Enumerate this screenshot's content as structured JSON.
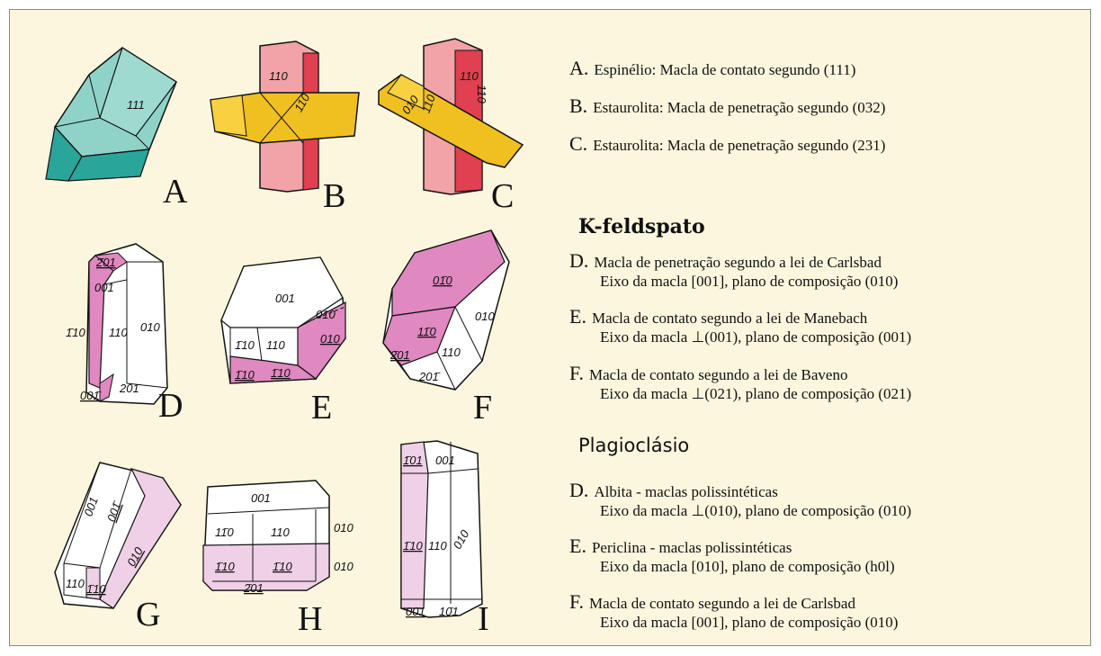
{
  "panels": [
    {
      "letter": "A",
      "faces": [
        "111"
      ]
    },
    {
      "letter": "B",
      "faces": [
        "110",
        "110"
      ]
    },
    {
      "letter": "C",
      "faces": [
        "110",
        "110",
        "010",
        "110"
      ]
    },
    {
      "letter": "D",
      "faces": [
        "2̄01",
        "001",
        "1̄10",
        "110",
        "010",
        "001̄",
        "201̄"
      ]
    },
    {
      "letter": "E",
      "faces": [
        "001",
        "010",
        "1̄10",
        "110",
        "010",
        "1̄10",
        "1̄10"
      ]
    },
    {
      "letter": "F",
      "faces": [
        "01̄0",
        "11̄0",
        "010",
        "2̄01",
        "110",
        "201̄"
      ]
    },
    {
      "letter": "G",
      "faces": [
        "001",
        "001̄",
        "010",
        "110",
        "1̄10"
      ]
    },
    {
      "letter": "H",
      "faces": [
        "001",
        "11̄0",
        "110",
        "010",
        "1̄10",
        "1̄10",
        "010",
        "2̄01"
      ]
    },
    {
      "letter": "I",
      "faces": [
        "1̄01",
        "001",
        "1̄10",
        "110",
        "010",
        "00̄1",
        "10̄1"
      ]
    }
  ],
  "legend": {
    "items_top": [
      {
        "letter": "A.",
        "text": "Espinélio: Macla de contato segundo (111)"
      },
      {
        "letter": "B.",
        "text": "Estaurolita: Macla de penetração segundo (032)"
      },
      {
        "letter": "C.",
        "text": "Estaurolita: Macla de penetração segundo (231)"
      }
    ],
    "kfeldspato": {
      "title": "K-feldspato",
      "items": [
        {
          "letter": "D.",
          "line1": "Macla de penetração segundo a lei de Carlsbad",
          "line2": "Eixo da macla [001], plano de composição (010)"
        },
        {
          "letter": "E.",
          "line1": "Macla de contato segundo a lei de Manebach",
          "line2": "Eixo da macla ⊥(001), plano de composição (001)"
        },
        {
          "letter": "F.",
          "line1": "Macla de contato segundo a lei de Baveno",
          "line2": "Eixo da macla ⊥(021), plano de composição (021)"
        }
      ]
    },
    "plagioclasio": {
      "title": "Plagioclásio",
      "items": [
        {
          "letter": "D.",
          "line1": "Albita - maclas polissintéticas",
          "line2": "Eixo da macla ⊥(010), plano de composição (010)"
        },
        {
          "letter": "E.",
          "line1": "Periclina - maclas polissintéticas",
          "line2": "Eixo da macla [010], plano de composição (h0l)"
        },
        {
          "letter": "F.",
          "line1": "Macla de contato segundo a lei de Carlsbad",
          "line2": "Eixo da macla [001], plano de composição (010)"
        }
      ]
    }
  },
  "colors": {
    "background": "#fbf6dd",
    "spinel": "#8fd3c8",
    "spinel_dark": "#2aa59a",
    "staurolite_light": "#f2a3a8",
    "staurolite_dark": "#e0404f",
    "staurolite_yellow": "#f0c020",
    "feldspar_pink": "#e088c0",
    "plagio_pink": "#f0d0e6"
  }
}
